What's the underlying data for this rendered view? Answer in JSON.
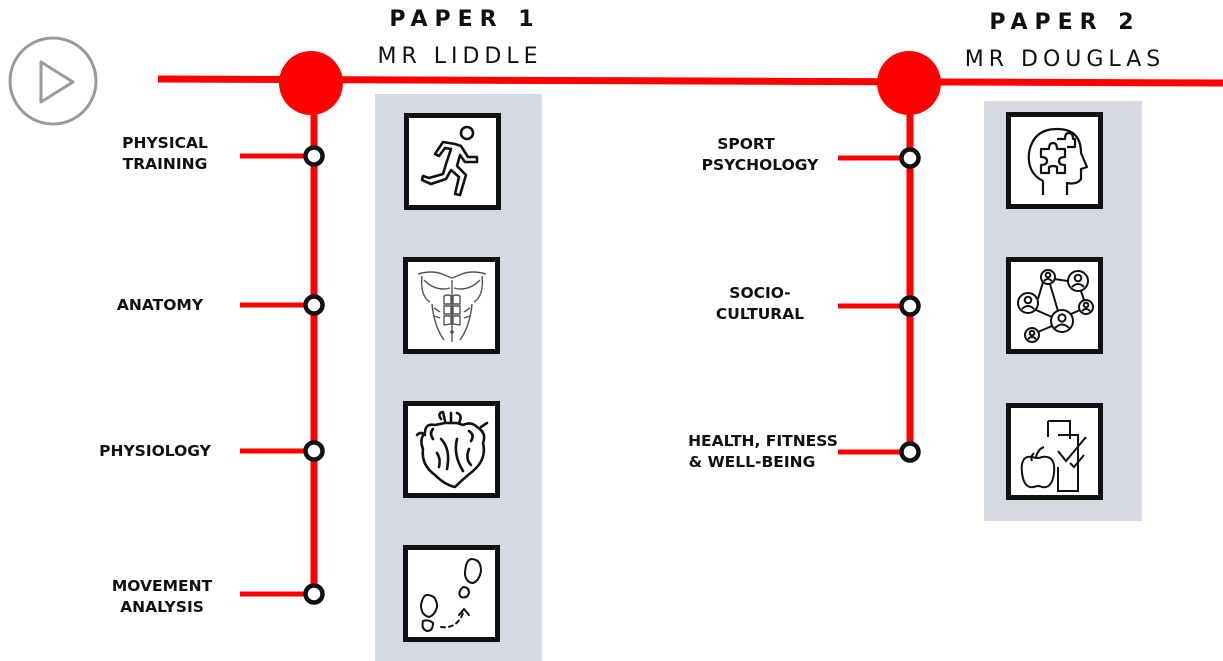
{
  "play_button": {
    "icon": "play-icon"
  },
  "colors": {
    "line": "#ff0000",
    "panel": "#d5dae2",
    "text": "#111111"
  },
  "papers": [
    {
      "title": "PAPER 1",
      "teacher": "MR LIDDLE",
      "topics": [
        {
          "lines": [
            "PHYSICAL",
            "TRAINING"
          ],
          "icon": "running-person-icon"
        },
        {
          "lines": [
            "ANATOMY"
          ],
          "icon": "torso-muscles-icon"
        },
        {
          "lines": [
            "PHYSIOLOGY"
          ],
          "icon": "heart-icon"
        },
        {
          "lines": [
            "MOVEMENT",
            "ANALYSIS"
          ],
          "icon": "footsteps-icon"
        }
      ]
    },
    {
      "title": "PAPER 2",
      "teacher": "MR DOUGLAS",
      "topics": [
        {
          "lines": [
            "SPORT",
            "PSYCHOLOGY"
          ],
          "icon": "head-puzzle-icon"
        },
        {
          "lines": [
            "SOCIO-",
            "CULTURAL"
          ],
          "icon": "social-network-icon"
        },
        {
          "lines": [
            "HEALTH, FITNESS",
            "& WELL-BEING"
          ],
          "icon": "apple-checklist-icon"
        }
      ]
    }
  ]
}
